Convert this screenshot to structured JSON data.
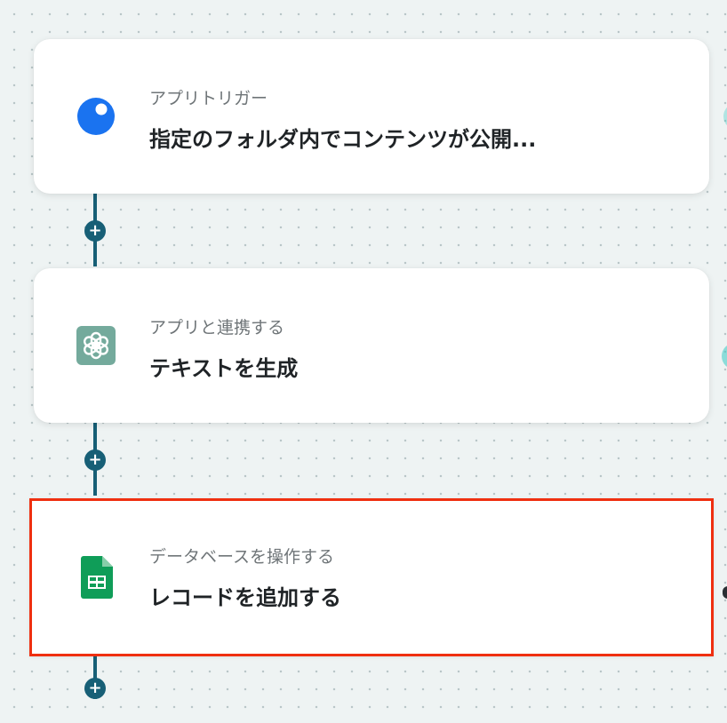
{
  "flow": {
    "steps": [
      {
        "category": "アプリトリガー",
        "title": "指定のフォルダ内でコンテンツが公開...",
        "icon": "blue-dot-trigger-icon",
        "selected": false
      },
      {
        "category": "アプリと連携する",
        "title": "テキストを生成",
        "icon": "chatgpt-icon",
        "selected": false
      },
      {
        "category": "データベースを操作する",
        "title": "レコードを追加する",
        "icon": "google-sheets-icon",
        "selected": true
      }
    ],
    "add_step_label": "+"
  },
  "colors": {
    "connector": "#175f76",
    "selection_border": "#ef2f10",
    "trigger_blue": "#1a73f0",
    "chatgpt_green": "#74aa9c",
    "sheets_green": "#0f9d58",
    "edge_teal": "#3bc9c2"
  }
}
